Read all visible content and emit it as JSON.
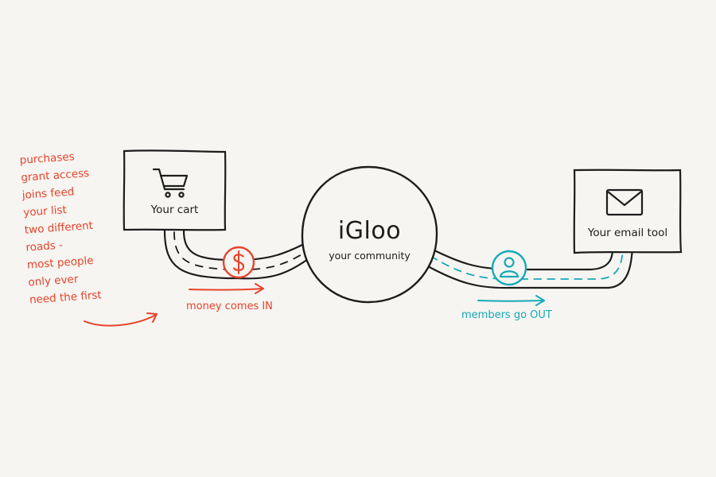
{
  "colors": {
    "background": "#f6f5f2",
    "ink": "#1d1d1d",
    "money_accent": "#e8432a",
    "members_accent": "#16aab7"
  },
  "left_node": {
    "label": "Your cart",
    "icon": "shopping-cart-icon"
  },
  "center_node": {
    "title": "iGloo",
    "subtitle": "your community"
  },
  "right_node": {
    "label": "Your email tool",
    "icon": "envelope-icon"
  },
  "money_flow": {
    "label": "money comes IN",
    "icon": "dollar-coin-icon"
  },
  "members_flow": {
    "label": "members go OUT",
    "icon": "person-icon"
  },
  "margin_note": {
    "lines": [
      "purchases",
      "grant access",
      "joins feed",
      "your list",
      "two different",
      "roads -",
      "most people",
      "only ever",
      "need the first"
    ]
  }
}
